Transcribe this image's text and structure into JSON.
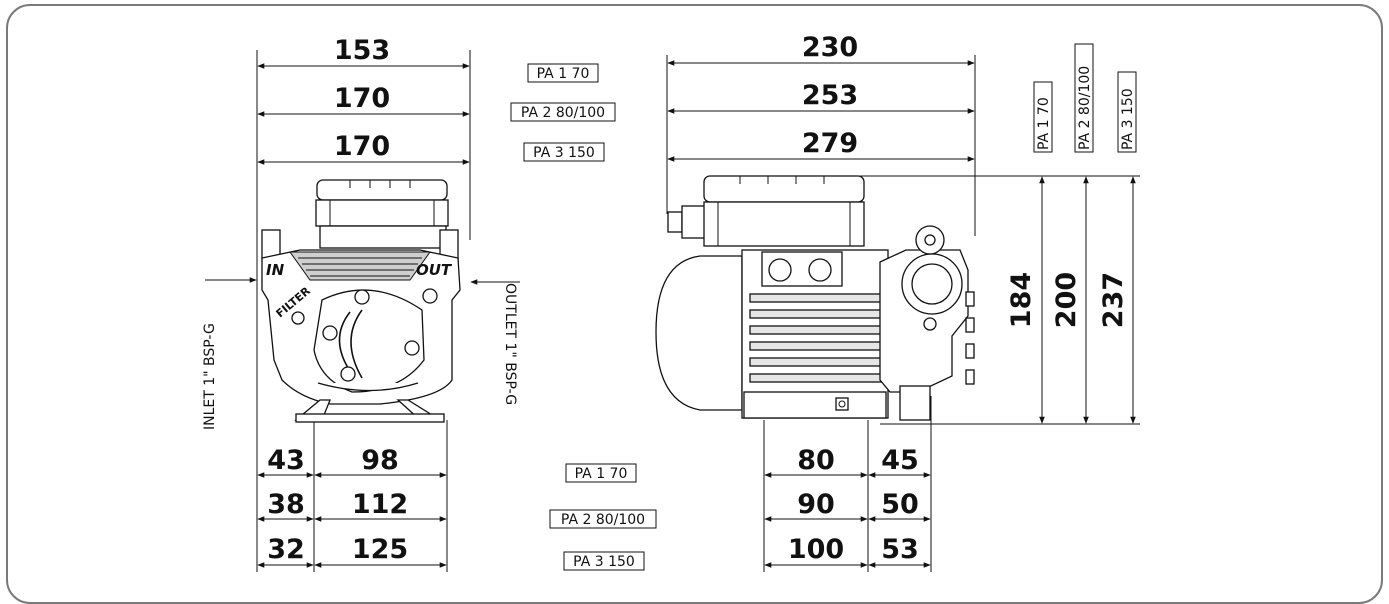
{
  "front_view": {
    "top_dims": [
      "153",
      "170",
      "170"
    ],
    "top_models": [
      "PA 1 70",
      "PA 2 80/100",
      "PA 3 150"
    ],
    "bottom_left_dims": [
      "43",
      "38",
      "32"
    ],
    "bottom_right_dims": [
      "98",
      "112",
      "125"
    ],
    "bottom_models": [
      "PA 1 70",
      "PA 2 80/100",
      "PA 3 150"
    ],
    "inlet_label": "INLET 1\" BSP-G",
    "outlet_label": "OUTLET 1\" BSP-G",
    "body_in": "IN",
    "body_out": "OUT",
    "body_filter": "FILTER"
  },
  "side_view": {
    "top_dims": [
      "230",
      "253",
      "279"
    ],
    "height_models": [
      "PA 1 70",
      "PA 2 80/100",
      "PA 3 150"
    ],
    "height_dims": [
      "184",
      "200",
      "237"
    ],
    "bottom_left_dims": [
      "80",
      "90",
      "100"
    ],
    "bottom_right_dims": [
      "45",
      "50",
      "53"
    ]
  }
}
